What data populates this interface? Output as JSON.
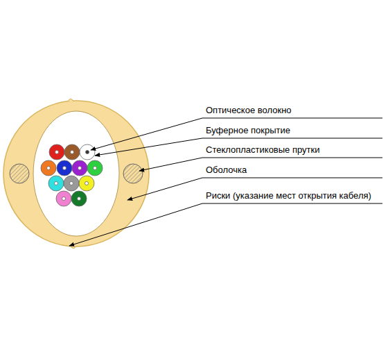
{
  "diagram": {
    "labels": [
      "Оптическое волокно",
      "Буферное покрытие",
      "Стеклопластиковые прутки",
      "Оболочка",
      "Риски (указание мест открытия кабеля)"
    ]
  }
}
